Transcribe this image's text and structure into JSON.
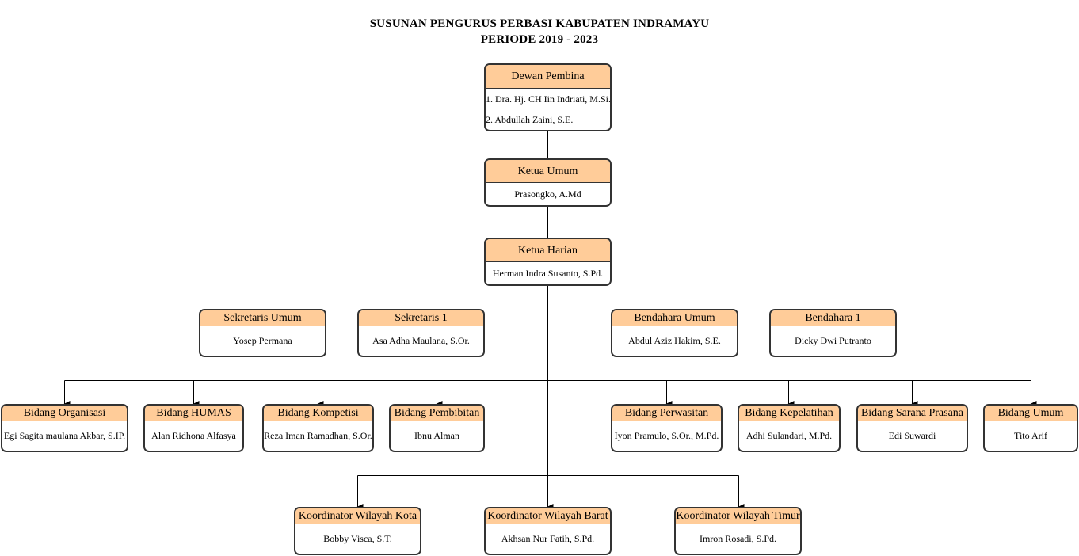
{
  "title": {
    "line1": "SUSUNAN PENGURUS PERBASI KABUPATEN INDRAMAYU",
    "line2": "PERIODE 2019 - 2023"
  },
  "nodes": {
    "dewan_pembina": {
      "role": "Dewan Pembina",
      "members": [
        "1. Dra. Hj. CH Iin Indriati, M.Si.",
        "2. Abdullah Zaini, S.E."
      ]
    },
    "ketua_umum": {
      "role": "Ketua Umum",
      "name": "Prasongko, A.Md"
    },
    "ketua_harian": {
      "role": "Ketua Harian",
      "name": "Herman Indra Susanto, S.Pd."
    },
    "sekretaris_umum": {
      "role": "Sekretaris Umum",
      "name": "Yosep Permana"
    },
    "sekretaris_1": {
      "role": "Sekretaris 1",
      "name": "Asa Adha Maulana, S.Or."
    },
    "bendahara_umum": {
      "role": "Bendahara Umum",
      "name": "Abdul Aziz Hakim, S.E."
    },
    "bendahara_1": {
      "role": "Bendahara 1",
      "name": "Dicky Dwi Putranto"
    },
    "bidang_organisasi": {
      "role": "Bidang Organisasi",
      "name": "Egi Sagita maulana Akbar, S.IP."
    },
    "bidang_humas": {
      "role": "Bidang HUMAS",
      "name": "Alan Ridhona Alfasya"
    },
    "bidang_kompetisi": {
      "role": "Bidang Kompetisi",
      "name": "Reza Iman Ramadhan, S.Or."
    },
    "bidang_pembibitan": {
      "role": "Bidang Pembibitan",
      "name": "Ibnu Alman"
    },
    "bidang_perwasitan": {
      "role": "Bidang Perwasitan",
      "name": "Iyon Pramulo, S.Or., M.Pd."
    },
    "bidang_kepelatihan": {
      "role": "Bidang Kepelatihan",
      "name": "Adhi Sulandari, M.Pd."
    },
    "bidang_sarana_prasana": {
      "role": "Bidang Sarana Prasana",
      "name": "Edi Suwardi"
    },
    "bidang_umum": {
      "role": "Bidang Umum",
      "name": "Tito Arif"
    },
    "koordinator_kota": {
      "role": "Koordinator Wilayah Kota",
      "name": "Bobby Visca, S.T."
    },
    "koordinator_barat": {
      "role": "Koordinator Wilayah Barat",
      "name": "Akhsan Nur Fatih, S.Pd."
    },
    "koordinator_timur": {
      "role": "Koordinator Wilayah Timur",
      "name": "Imron Rosadi, S.Pd."
    }
  },
  "colors": {
    "header_fill": "#ffcc99",
    "border": "#333333",
    "connector": "#000000"
  }
}
